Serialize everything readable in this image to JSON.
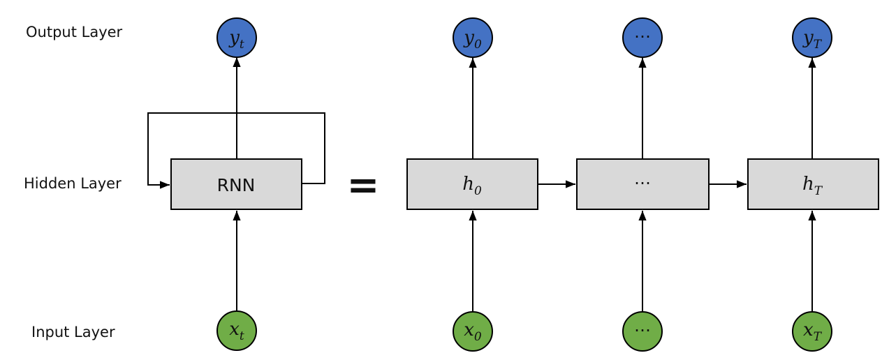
{
  "diagram": {
    "layer_labels": {
      "output": "Output Layer",
      "hidden": "Hidden Layer",
      "input": "Input Layer"
    },
    "folded": {
      "hidden_label": "RNN",
      "output": {
        "base": "y",
        "sub": "t"
      },
      "input": {
        "base": "x",
        "sub": "t"
      }
    },
    "equals": "=",
    "unfolded": [
      {
        "output": {
          "base": "y",
          "sub": "0"
        },
        "hidden": {
          "base": "h",
          "sub": "0"
        },
        "input": {
          "base": "x",
          "sub": "0"
        }
      },
      {
        "output": {
          "base": "⋯",
          "sub": ""
        },
        "hidden": {
          "base": "⋯",
          "sub": ""
        },
        "input": {
          "base": "⋯",
          "sub": ""
        }
      },
      {
        "output": {
          "base": "y",
          "sub": "T"
        },
        "hidden": {
          "base": "h",
          "sub": "T"
        },
        "input": {
          "base": "x",
          "sub": "T"
        }
      }
    ],
    "colors": {
      "output_node": "#4472c4",
      "input_node": "#70ad47",
      "hidden_box": "#d9d9d9",
      "stroke": "#000000"
    }
  }
}
